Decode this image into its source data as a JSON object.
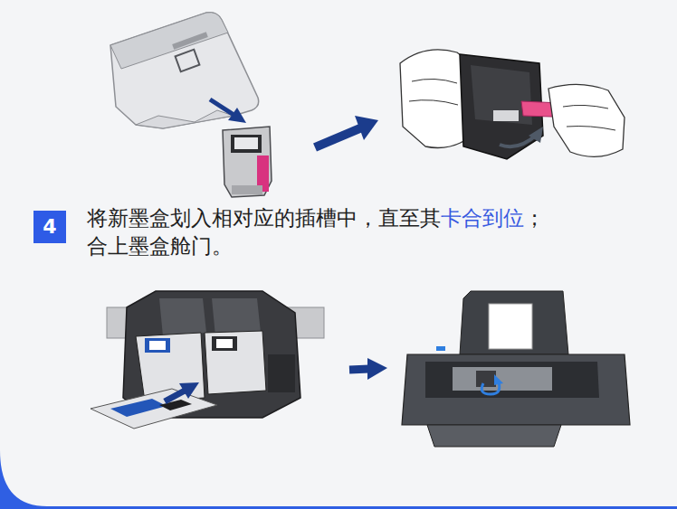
{
  "diagram": {
    "nodes": [
      {
        "text": [
          "4"
        ]
      }
    ],
    "labels": [
      "将新墨盒划入相对应的插槽中，直至其",
      "卡合到位",
      "；",
      "合上墨盒舱门。"
    ]
  }
}
